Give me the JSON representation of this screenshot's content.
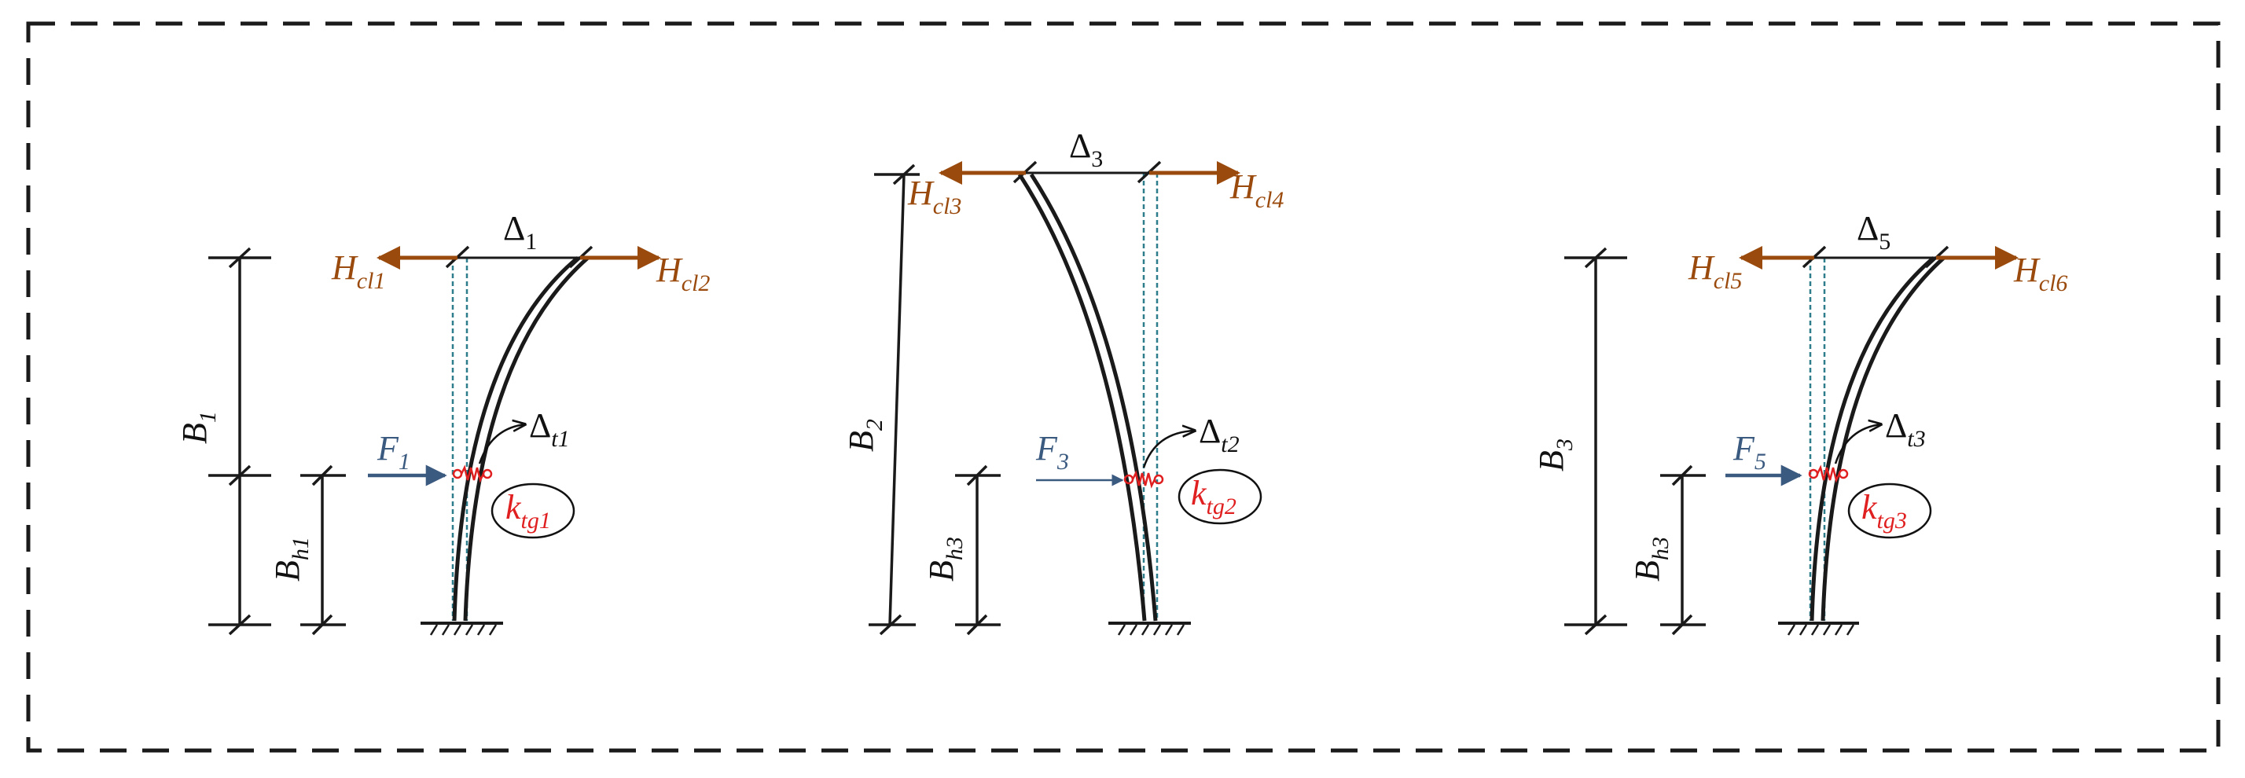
{
  "colors": {
    "cable_force": "#9A4A0C",
    "lateral_force": "#3B5A80",
    "spring": "#E02020",
    "column": "#1A1A1A",
    "reference": "#2E7D8C",
    "frame": "#1A1A1A"
  },
  "columns": [
    {
      "cable_left": {
        "sym": "H",
        "sub": "cl1"
      },
      "cable_right": {
        "sym": "H",
        "sub": "cl2"
      },
      "top_disp": {
        "sym": "Δ",
        "sub": "1"
      },
      "total_height": {
        "sym": "B",
        "sub": "1"
      },
      "spring_height": {
        "sym": "B",
        "sub": "h1"
      },
      "lateral_force": {
        "sym": "F",
        "sub": "1"
      },
      "spring_disp": {
        "sym": "Δ",
        "sub": "t1"
      },
      "spring_stiffness": {
        "sym": "k",
        "sub": "tg1"
      }
    },
    {
      "cable_left": {
        "sym": "H",
        "sub": "cl3"
      },
      "cable_right": {
        "sym": "H",
        "sub": "cl4"
      },
      "top_disp": {
        "sym": "Δ",
        "sub": "3"
      },
      "total_height": {
        "sym": "B",
        "sub": "2"
      },
      "spring_height": {
        "sym": "B",
        "sub": "h3"
      },
      "lateral_force": {
        "sym": "F",
        "sub": "3"
      },
      "spring_disp": {
        "sym": "Δ",
        "sub": "t2"
      },
      "spring_stiffness": {
        "sym": "k",
        "sub": "tg2"
      }
    },
    {
      "cable_left": {
        "sym": "H",
        "sub": "cl5"
      },
      "cable_right": {
        "sym": "H",
        "sub": "cl6"
      },
      "top_disp": {
        "sym": "Δ",
        "sub": "5"
      },
      "total_height": {
        "sym": "B",
        "sub": "3"
      },
      "spring_height": {
        "sym": "B",
        "sub": "h3"
      },
      "lateral_force": {
        "sym": "F",
        "sub": "5"
      },
      "spring_disp": {
        "sym": "Δ",
        "sub": "t3"
      },
      "spring_stiffness": {
        "sym": "k",
        "sub": "tg3"
      }
    }
  ]
}
